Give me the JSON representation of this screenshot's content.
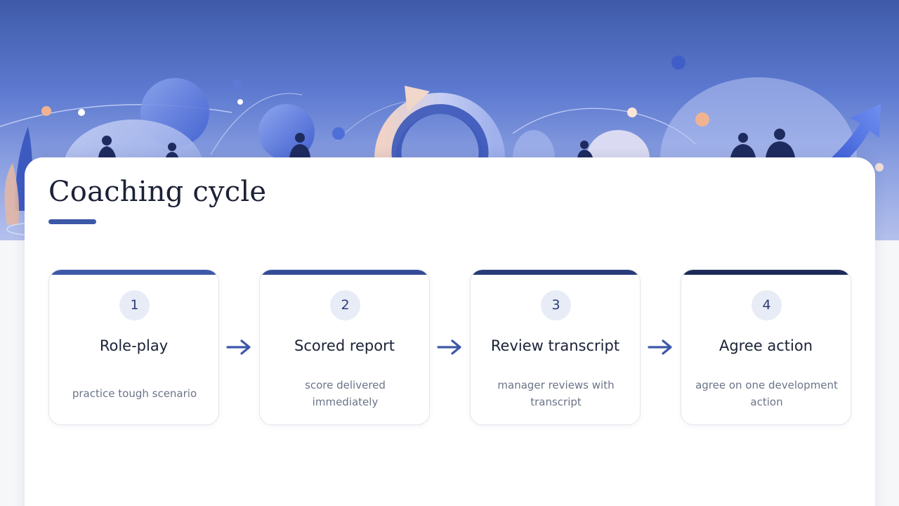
{
  "title": "Coaching cycle",
  "colors": {
    "accent": "#3d58a8",
    "bar_1": "#3d58a8",
    "bar_2": "#344c96",
    "bar_3": "#283b78",
    "bar_4": "#1d2a58",
    "badge_bg": "#e8ecf6",
    "arrow": "#3d58a8"
  },
  "icons": {
    "arrow": "arrow-right-icon"
  },
  "steps": [
    {
      "number": "1",
      "label": "Role-play",
      "description": "practice tough scenario"
    },
    {
      "number": "2",
      "label": "Scored report",
      "description": "score delivered immediately"
    },
    {
      "number": "3",
      "label": "Review transcript",
      "description": "manager reviews with transcript"
    },
    {
      "number": "4",
      "label": "Agree action",
      "description": "agree on one development action"
    }
  ]
}
